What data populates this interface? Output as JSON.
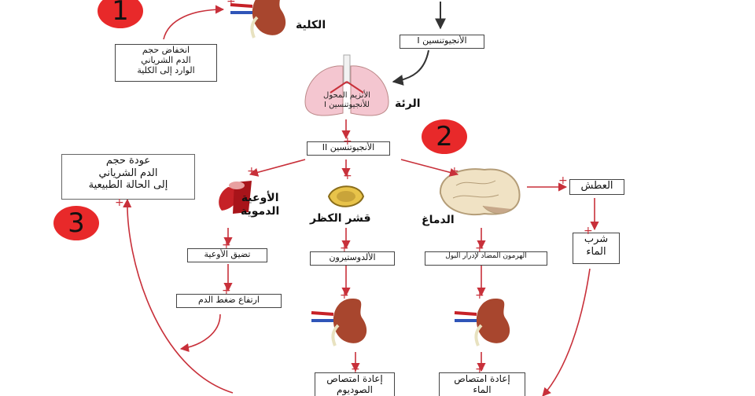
{
  "steps": [
    "1",
    "2",
    "3"
  ],
  "organs": {
    "kidney": "الكلية",
    "lungs": "الرئة",
    "vessels": "الأوعية\nالدموية",
    "adrenal": "قشر الكظر",
    "brain": "الدماغ"
  },
  "boxes": {
    "low_volume": "انخفاض حجم\nالدم الشرياني\nالوارد إلى الكلية",
    "angiotensin_1": "الأنجيوتنسين I",
    "ace": "الأنزيم المحول\nللأنجيوتنسين I",
    "angiotensin_2": "الأنجيوتنسين II",
    "return_normal": "عودة حجم\nالدم الشرياني\nإلى الحالة الطبيعية",
    "vasoconstriction": "تضيق الأوعية",
    "bp_rise": "ارتفاع ضغط الدم",
    "aldosterone": "الألدوستيرون",
    "adh": "الهرمون المضاد لإدرار البول",
    "thirst": "العطش",
    "drink_water": "شرب\nالماء",
    "sodium_reabsorb": "إعادة امتصاص\nالصوديوم",
    "water_reabsorb": "إعادة امتصاص\nالماء"
  },
  "signs": {
    "plus": "+"
  },
  "colors": {
    "arrow_red": "#c8303a",
    "arrow_dark": "#333333",
    "step_fill": "#e8292a",
    "kidney_fill": "#a8462e",
    "lung_fill": "#f4c6d0",
    "vessel_fill": "#c62127",
    "adrenal_fill": "#e8c34a",
    "brain_fill": "#f0e2c4"
  }
}
